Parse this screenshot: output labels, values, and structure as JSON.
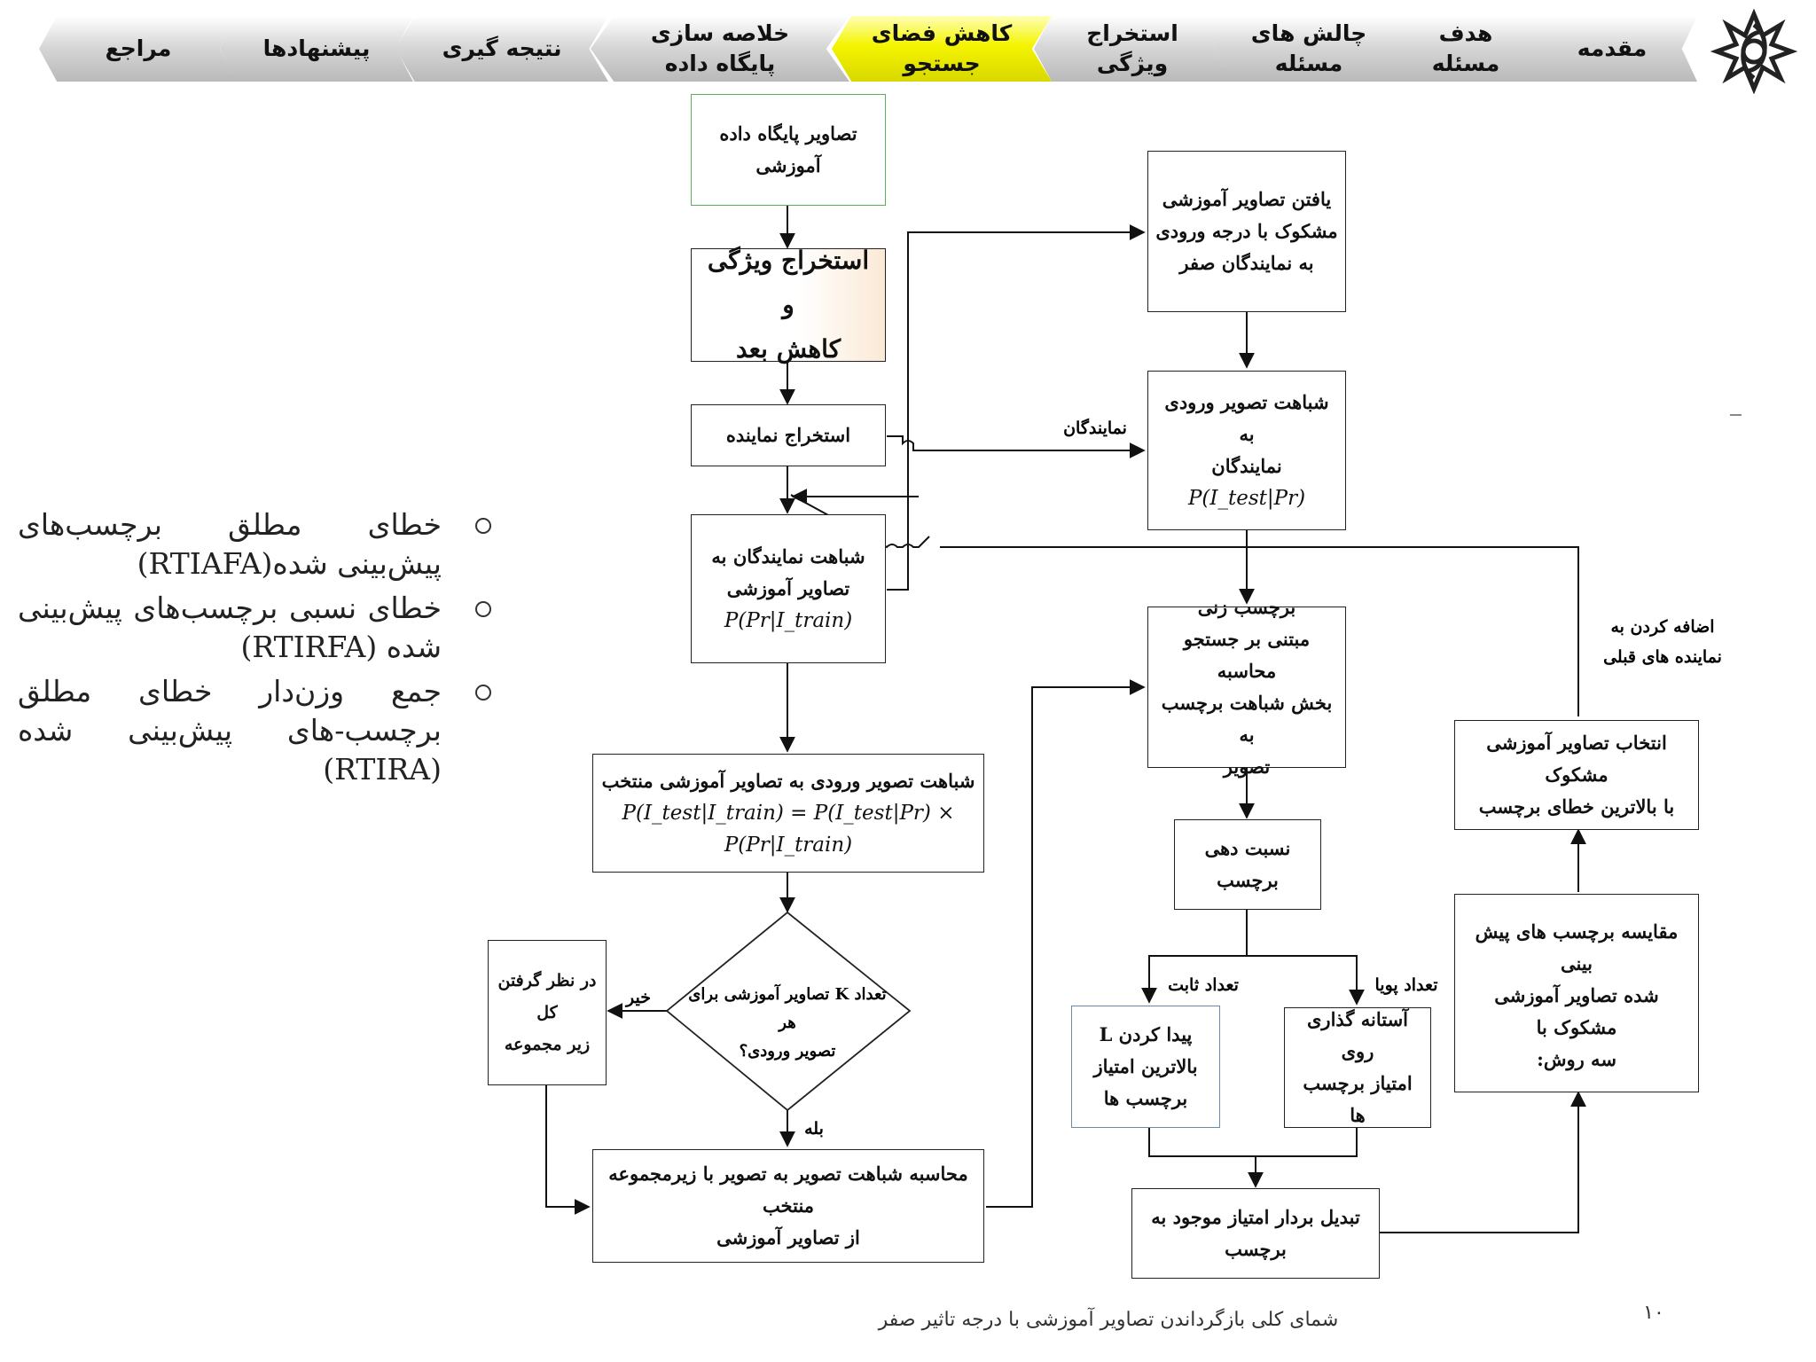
{
  "nav": {
    "tabs": [
      {
        "label": "مقدمه",
        "active": false
      },
      {
        "label": "هدف\nمسئله",
        "active": false
      },
      {
        "label": "چالش های\nمسئله",
        "active": false
      },
      {
        "label": "استخراج\nویژگی",
        "active": false
      },
      {
        "label": "کاهش فضای\nجستجو",
        "active": true
      },
      {
        "label": "خلاصه سازی\nپایگاه داده",
        "active": false
      },
      {
        "label": "نتیجه گیری",
        "active": false
      },
      {
        "label": "پیشنهادها",
        "active": false
      },
      {
        "label": "مراجع",
        "active": false
      }
    ],
    "active_color": "#f4f400",
    "tab_color": "#c8c8c8"
  },
  "flow": {
    "train_db": "تصاویر پایگاه داده\nآموزشی",
    "feature_extract": "استخراج ویژگی و\nکاهش بعد",
    "rep_extract": "استخراج نماینده",
    "rep_train_sim": "شباهت نمایندگان به\nتصاویر آموزشی",
    "rep_train_formula": "P(Pr|I_train)",
    "test_train_sim": "شباهت تصویر ورودی به تصاویر آموزشی منتخب",
    "test_train_formula": "P(I_test|I_train) = P(I_test|Pr) × P(Pr|I_train)",
    "decision": "تعداد K تصاویر آموزشی برای هر\nتصویر ورودی؟",
    "whole_subset": "در نظر گرفتن کل\nزیر مجموعه",
    "compute_sim": "محاسبه شباهت تصویر به تصویر با زیرمجموعه منتخب\nاز تصاویر آموزشی",
    "find_suspect": "یافتن تصاویر آموزشی\nمشکوک با درجه ورودی\nبه نمایندگان صفر",
    "test_rep_sim": "شباهت تصویر ورودی به\nنمایندگان",
    "test_rep_formula": "P(I_test|Pr)",
    "labeling": "برچسب زنی\nمبتنی بر جستجو محاسبه\nبخش شباهت برچسب به\nتصویر",
    "assign_label": "نسبت دهی\nبرچسب",
    "top_l": "پیدا کردن L\nبالاترین امتیاز\nبرچسب ها",
    "threshold": "آستانه گذاری روی\nامتیاز برچسب ها",
    "convert_vector": "تبدیل بردار امتیاز موجود به\nبرچسب",
    "compare_labels": "مقایسه برچسب های پیش بینی\nشده تصاویر آموزشی مشکوک با\nسه روش:",
    "select_suspect": "انتخاب تصاویر آموزشی مشکوک\nبا بالاترین خطای برچسب",
    "label_reps": "نمایندگان",
    "label_no": "خیر",
    "label_yes": "بله",
    "label_fixed": "تعداد ثابت",
    "label_dynamic": "تعداد پویا",
    "label_add_reps": "اضافه کردن به\nنماینده های قبلی"
  },
  "bullets": [
    "خطای مطلق برچسب‌های پیش‌بینی شده(RTIAFA)",
    "خطای نسبی برچسب‌های پیش‌بینی شده (RTIRFA)",
    "جمع وزن‌دار خطای مطلق برچسب-های پیش‌بینی شده (RTIRA)"
  ],
  "caption": "شمای کلی بازگرداندن تصاویر آموزشی با درجه تاثیر صفر",
  "page_number": "۱۰"
}
